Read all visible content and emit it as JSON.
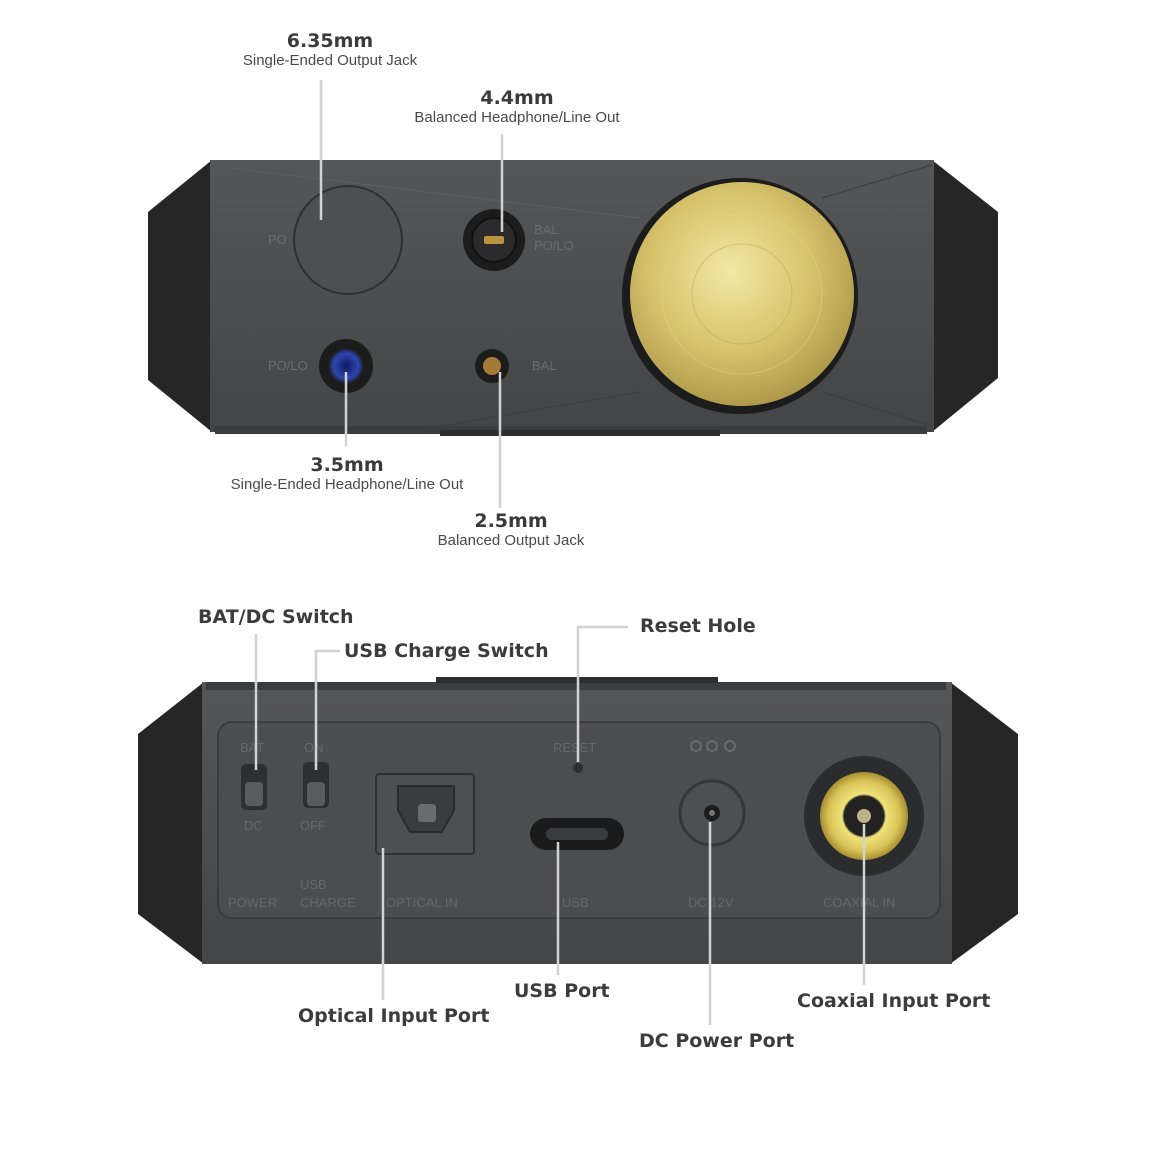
{
  "front_panel": {
    "callouts": {
      "jack_635": {
        "size": "6.35mm",
        "desc": "Single-Ended Output Jack"
      },
      "jack_44": {
        "size": "4.4mm",
        "desc": "Balanced Headphone/Line Out"
      },
      "jack_35": {
        "size": "3.5mm",
        "desc": "Single-Ended Headphone/Line Out"
      },
      "jack_25": {
        "size": "2.5mm",
        "desc": "Balanced Output Jack"
      }
    },
    "printed": {
      "po": "PO",
      "bal": "BAL",
      "po_lo_bal": "PO/LO",
      "po_lo": "PO/LO",
      "bal_small": "BAL"
    }
  },
  "rear_panel": {
    "callouts": {
      "bat_dc_switch": "BAT/DC Switch",
      "usb_charge_switch": "USB Charge Switch",
      "reset_hole": "Reset Hole",
      "optical_input_port": "Optical Input Port",
      "usb_port": "USB Port",
      "dc_power_port": "DC Power Port",
      "coaxial_input_port": "Coaxial Input Port"
    },
    "printed": {
      "bat": "BAT",
      "dc": "DC",
      "on": "ON",
      "off": "OFF",
      "power": "POWER",
      "usb_charge_1": "USB",
      "usb_charge_2": "CHARGE",
      "optical_in": "OPTICAL IN",
      "reset": "RESET",
      "usb": "USB",
      "dc_12v": "DC 12V",
      "coaxial_in": "COAXIAL IN"
    }
  },
  "colors": {
    "body": "#4a4b4d",
    "body_dark": "#2a2a2b",
    "knob_gold": "#d9c76e",
    "jack_blue": "#2b3f9c",
    "coax_gold": "#e7d46a",
    "leader": "#d2d2d2"
  }
}
